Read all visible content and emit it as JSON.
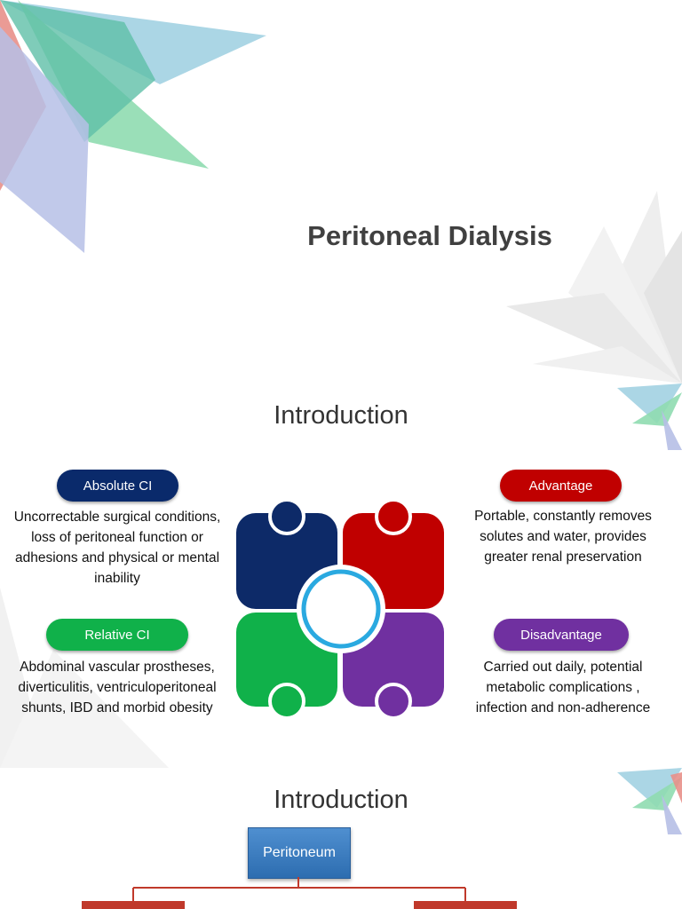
{
  "slide1": {
    "title": "Peritoneal Dialysis"
  },
  "slide2": {
    "title": "Introduction",
    "absolute": {
      "label": "Absolute CI",
      "text": "Uncorrectable surgical conditions, loss of peritoneal function or adhesions and physical or mental inability",
      "color": "#0a2a6b"
    },
    "relative": {
      "label": "Relative CI",
      "text": "Abdominal vascular prostheses, diverticulitis, ventriculoperitoneal shunts, IBD and morbid obesity",
      "color": "#10b14a"
    },
    "advantage": {
      "label": "Advantage",
      "text": "Portable, constantly removes solutes and water, provides greater renal preservation",
      "color": "#c00000"
    },
    "disadvantage": {
      "label": "Disadvantage",
      "text": "Carried out daily, potential metabolic complications , infection and non-adherence",
      "color": "#7030a0"
    }
  },
  "slide3": {
    "title": "Introduction",
    "root": "Peritoneum"
  }
}
